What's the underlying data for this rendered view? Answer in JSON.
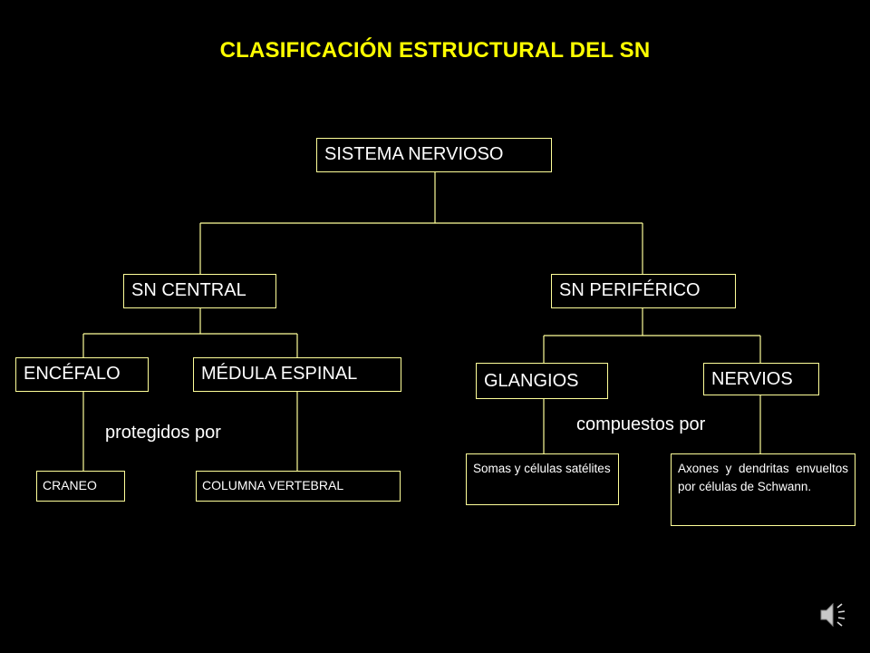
{
  "title": "CLASIFICACIÓN ESTRUCTURAL DEL SN",
  "nodes": {
    "root": "SISTEMA NERVIOSO",
    "central": "SN CENTRAL",
    "periferico": "SN PERIFÉRICO",
    "encefalo": "ENCÉFALO",
    "medula": "MÉDULA ESPINAL",
    "glangios": "GLANGIOS",
    "nervios": "NERVIOS",
    "craneo": "CRANEO",
    "columna": "COLUMNA VERTEBRAL",
    "somas": "Somas y células satélites",
    "axones": "Axones y dendritas envueltos por células de Schwann."
  },
  "connectors": {
    "protegidos": "protegidos por",
    "compuestos": "compuestos por"
  },
  "icons": {
    "speaker": "speaker-icon"
  },
  "colors": {
    "background": "#000000",
    "title": "#ffff00",
    "line": "#ffff99",
    "text": "#ffffff"
  }
}
